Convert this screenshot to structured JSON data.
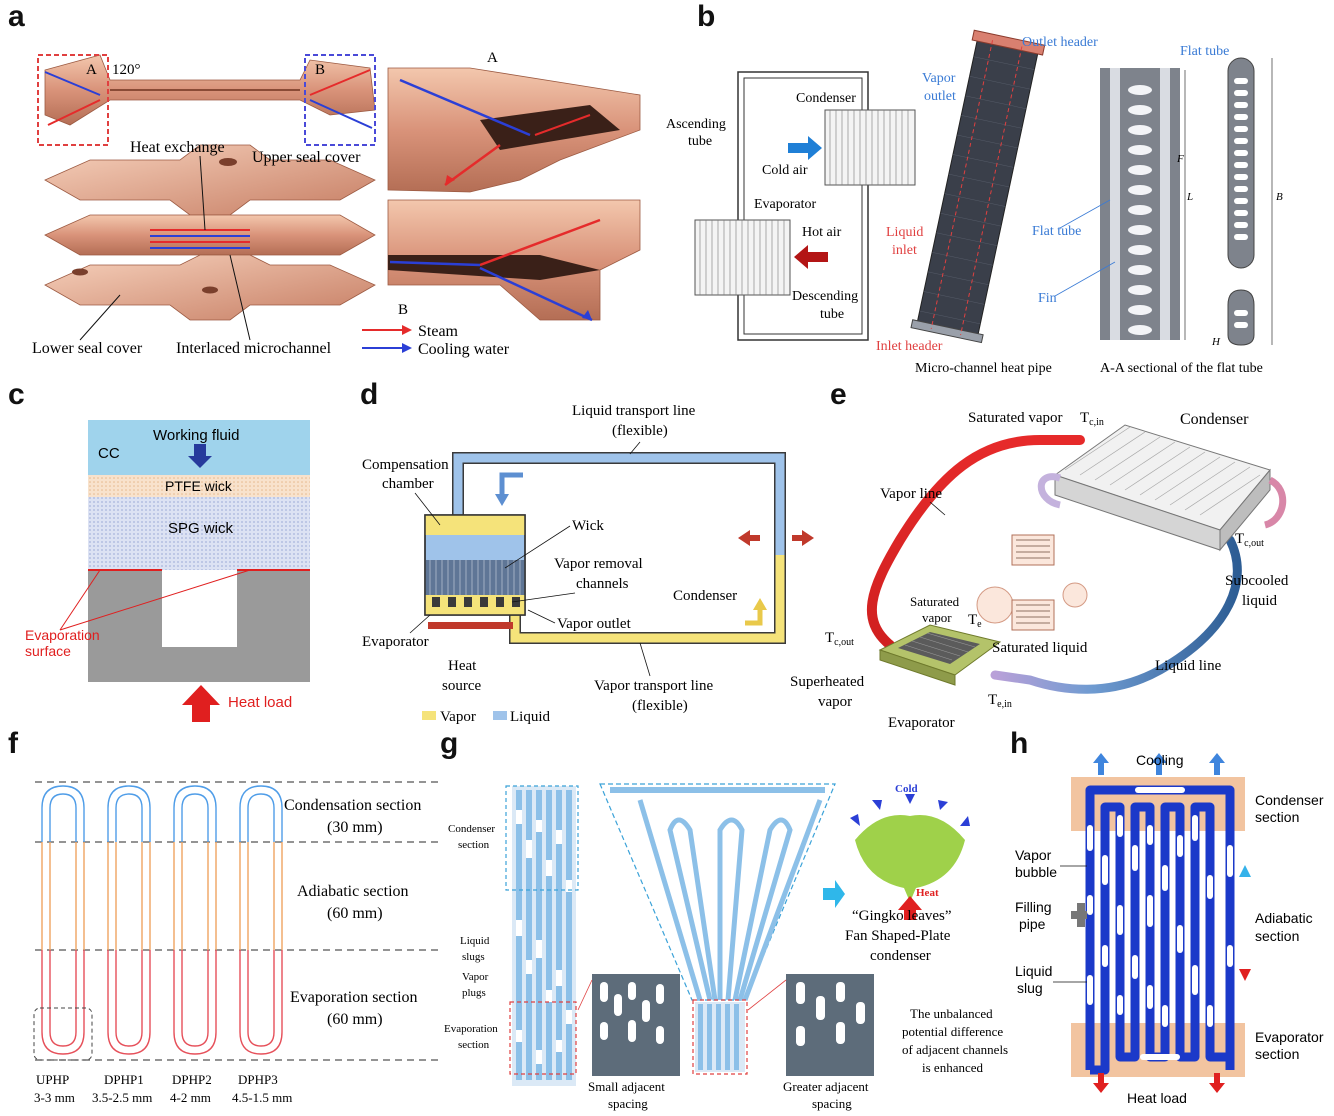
{
  "panel_labels": [
    "a",
    "b",
    "c",
    "d",
    "e",
    "f",
    "g",
    "h"
  ],
  "a": {
    "angle": "120°",
    "detail_a": "A",
    "detail_b": "B",
    "box_a": "A",
    "box_b": "B",
    "heat_exchange": "Heat exchange",
    "upper_seal": "Upper seal cover",
    "lower_seal": "Lower seal cover",
    "interlaced": "Interlaced microchannel",
    "legend_steam": "Steam",
    "legend_cooling": "Cooling water",
    "colors": {
      "copper": "#d99a7c",
      "steam": "#e52b2b",
      "cooling": "#2b3fd6"
    }
  },
  "b": {
    "condenser": "Condenser",
    "ascending": "Ascending",
    "ascending2": "tube",
    "cold_air": "Cold air",
    "evaporator": "Evaporator",
    "hot_air": "Hot air",
    "descending": "Descending",
    "descending2": "tube",
    "vapor": "Vapor",
    "outlet": "outlet",
    "outlet_header": "Outlet header",
    "liquid": "Liquid",
    "inlet": "inlet",
    "inlet_header": "Inlet header",
    "flat_tube": "Flat tube",
    "flat_tube2": "Flat tube",
    "fin": "Fin",
    "mchp": "Micro-channel heat pipe",
    "aa": "A-A sectional of the flat tube",
    "dim_f": "F",
    "dim_l": "L",
    "dim_b": "B",
    "dim_h": "H"
  },
  "c": {
    "cc": "CC",
    "working_fluid": "Working fluid",
    "ptfe": "PTFE wick",
    "spg": "SPG wick",
    "evap1": "Evaporation",
    "evap2": "surface",
    "heat_load": "Heat load"
  },
  "d": {
    "liquid_line": "Liquid transport line",
    "liquid_line2": "(flexible)",
    "comp1": "Compensation",
    "comp2": "chamber",
    "wick": "Wick",
    "vrc1": "Vapor removal",
    "vrc2": "channels",
    "condenser": "Condenser",
    "vapor_outlet": "Vapor outlet",
    "evaporator": "Evaporator",
    "heat1": "Heat",
    "heat2": "source",
    "vapor_line": "Vapor transport line",
    "vapor_line2": "(flexible)",
    "legend_vapor": "Vapor",
    "legend_liquid": "Liquid"
  },
  "e": {
    "sat_vapor_top": "Saturated vapor",
    "tcin": "T",
    "tcin_sub": "c,in",
    "condenser": "Condenser",
    "vapor_line": "Vapor line",
    "tcout_r": "T",
    "tcout_r_sub": "c,out",
    "subcooled1": "Subcooled",
    "subcooled2": "liquid",
    "sat1": "Saturated",
    "sat2": "vapor",
    "te": "T",
    "te_sub": "e",
    "sat_liquid": "Saturated liquid",
    "liquid_line": "Liquid line",
    "tcout_l": "T",
    "tcout_l_sub": "c,out",
    "superheated1": "Superheated",
    "superheated2": "vapor",
    "evaporator": "Evaporator",
    "tein": "T",
    "tein_sub": "e,in"
  },
  "f": {
    "condensation": "Condensation section",
    "condensation_len": "(30 mm)",
    "adiabatic": "Adiabatic section",
    "adiabatic_len": "(60 mm)",
    "evaporation": "Evaporation section",
    "evaporation_len": "(60 mm)",
    "tubes": [
      {
        "name": "UPHP",
        "size": "3-3 mm"
      },
      {
        "name": "DPHP1",
        "size": "3.5-2.5 mm"
      },
      {
        "name": "DPHP2",
        "size": "4-2 mm"
      },
      {
        "name": "DPHP3",
        "size": "4.5-1.5 mm"
      }
    ]
  },
  "g": {
    "condenser1": "Condenser",
    "condenser2": "section",
    "liquid1": "Liquid",
    "liquid2": "slugs",
    "vapor1": "Vapor",
    "vapor2": "plugs",
    "evap1": "Evaporation",
    "evap2": "section",
    "small1": "Small adjacent",
    "small2": "spacing",
    "greater1": "Greater adjacent",
    "greater2": "spacing",
    "unbal1": "The unbalanced",
    "unbal2": "potential difference",
    "unbal3": "of adjacent channels",
    "unbal4": "is enhanced",
    "gingko1": "“Gingko leaves”",
    "gingko2": "Fan Shaped-Plate",
    "gingko3": "condenser",
    "cold": "Cold",
    "heat": "Heat"
  },
  "h": {
    "cooling": "Cooling",
    "condenser1": "Condenser",
    "condenser2": "section",
    "vapor1": "Vapor",
    "vapor2": "bubble",
    "filling1": "Filling",
    "filling2": "pipe",
    "adiabatic1": "Adiabatic",
    "adiabatic2": "section",
    "liquid1": "Liquid",
    "liquid2": "slug",
    "evap1": "Evaporator",
    "evap2": "section",
    "heat_load": "Heat load"
  }
}
